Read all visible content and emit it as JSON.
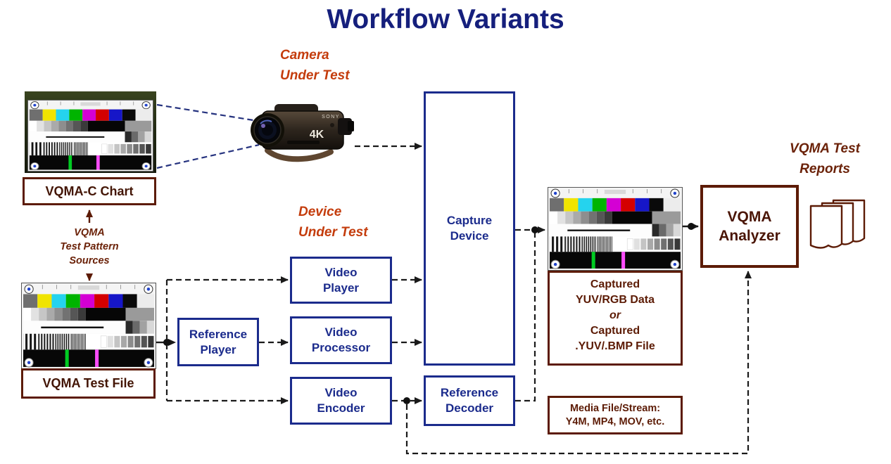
{
  "title": "Workflow Variants",
  "annotations": {
    "camera_under_test": {
      "line1": "Camera",
      "line2": "Under Test"
    },
    "device_under_test": {
      "line1": "Device",
      "line2": "Under Test"
    },
    "pattern_sources": {
      "line1": "VQMA",
      "line2": "Test Pattern",
      "line3": "Sources"
    },
    "test_reports": {
      "line1": "VQMA Test",
      "line2": "Reports"
    }
  },
  "nodes": {
    "vqma_c_chart": {
      "label": "VQMA-C Chart"
    },
    "vqma_test_file": {
      "label": "VQMA Test File"
    },
    "reference_player": {
      "line1": "Reference",
      "line2": "Player"
    },
    "video_player": {
      "line1": "Video",
      "line2": "Player"
    },
    "video_processor": {
      "line1": "Video",
      "line2": "Processor"
    },
    "video_encoder": {
      "line1": "Video",
      "line2": "Encoder"
    },
    "capture_device": {
      "line1": "Capture",
      "line2": "Device"
    },
    "reference_decoder": {
      "line1": "Reference",
      "line2": "Decoder"
    },
    "captured_data": {
      "line1": "Captured",
      "line2": "YUV/RGB Data",
      "line3": "or",
      "line4": "Captured",
      "line5": ".YUV/.BMP File"
    },
    "vqma_analyzer": {
      "line1": "VQMA",
      "line2": "Analyzer"
    },
    "media_file": {
      "line1": "Media File/Stream:",
      "line2": "Y4M, MP4, MOV, etc."
    }
  },
  "camera": {
    "badge": "4K",
    "brand": "SONY"
  },
  "colors": {
    "navy": "#1b2b8c",
    "maroon": "#5c1b05",
    "accent": "#c43c0c"
  }
}
